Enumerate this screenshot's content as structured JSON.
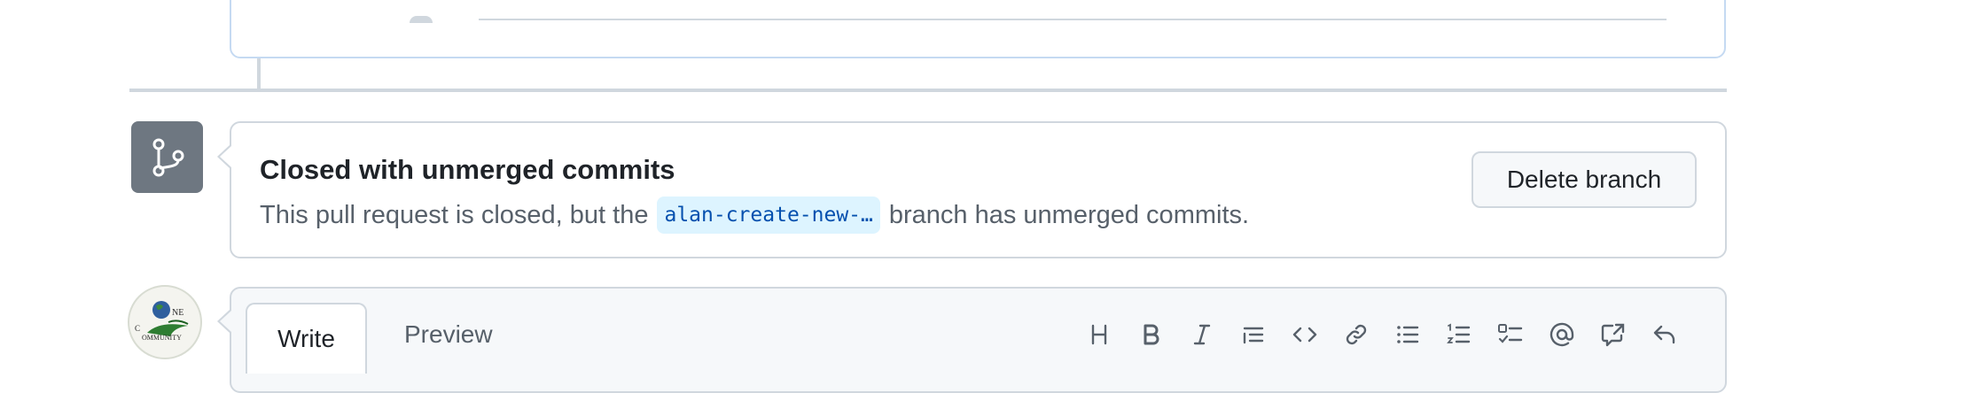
{
  "merge_status": {
    "title": "Closed with unmerged commits",
    "desc_before": "This pull request is closed, but the",
    "branch_name": "alan-create-new-…",
    "desc_after": "branch has unmerged commits.",
    "delete_button": "Delete branch"
  },
  "avatar": {
    "logo_text": "ONE COMMUNITY"
  },
  "comment_box": {
    "tabs": [
      "Write",
      "Preview"
    ],
    "toolbar_icons": [
      "heading-icon",
      "bold-icon",
      "italic-icon",
      "quote-icon",
      "code-icon",
      "link-icon",
      "unordered-list-icon",
      "ordered-list-icon",
      "task-list-icon",
      "mention-icon",
      "cross-reference-icon",
      "reply-icon"
    ]
  },
  "colors": {
    "badge_bg": "#6e7781",
    "border": "#d0d7de",
    "branch_chip_bg": "#ddf4ff",
    "branch_chip_text": "#0550ae"
  }
}
